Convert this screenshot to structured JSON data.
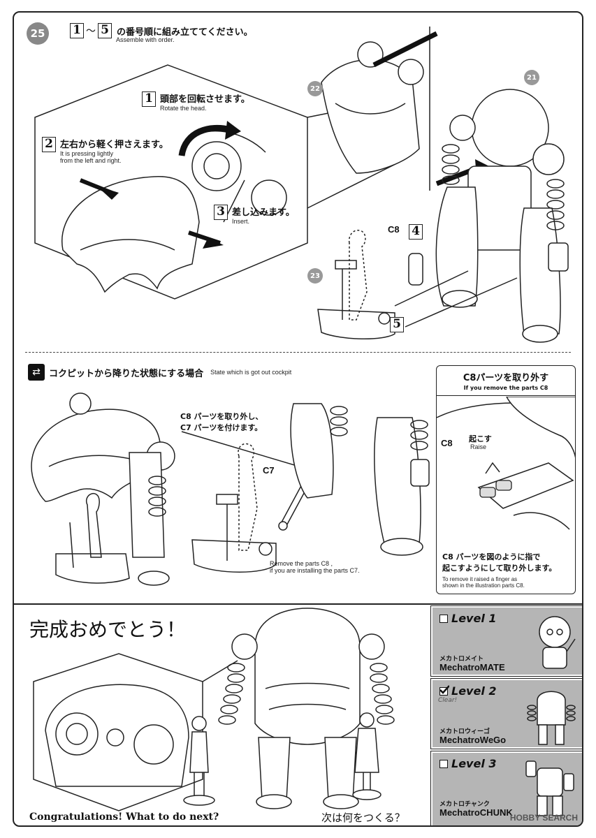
{
  "step": {
    "number": "25",
    "range_start": "1",
    "range_sep": "～",
    "range_end": "5",
    "title_jp": "の番号順に組み立ててください。",
    "title_en": "Assemble with order."
  },
  "parts": {
    "p22": "22",
    "p21": "21",
    "p23": "23",
    "c8": "C8",
    "c7": "C7"
  },
  "substeps": [
    {
      "num": "1",
      "jp": "頭部を回転させます。",
      "en": "Rotate the head."
    },
    {
      "num": "2",
      "jp": "左右から軽く押さえます。",
      "en1": "It is pressing lightly",
      "en2": "from the left and right."
    },
    {
      "num": "3",
      "jp": "差し込みます。",
      "en": "Insert."
    },
    {
      "num": "4"
    },
    {
      "num": "5"
    }
  ],
  "cockpit": {
    "jp": "コクピットから降りた状態にする場合",
    "en": "State which is got out cockpit",
    "note_jp1": "C8 パーツを取り外し、",
    "note_jp2": "C7 パーツを付けます。",
    "note_en1": "Remove the parts C8 ,",
    "note_en2": "if you are installing the parts C7."
  },
  "removal_box": {
    "title_jp": "C8パーツを取り外す",
    "title_en": "If you remove the parts C8",
    "raise_jp": "起こす",
    "raise_en": "Raise",
    "desc_jp1": "C8 パーツを図のように指で",
    "desc_jp2": "起こすようにして取り外します。",
    "desc_en1": "To remove it raised a finger as",
    "desc_en2": "shown in the illustration parts C8."
  },
  "congrats": {
    "jp": "完成おめでとう！",
    "en": "Congratulations! What to do next?",
    "next_jp": "次は何をつくる？"
  },
  "levels": [
    {
      "title": "Level 1",
      "jp": "メカトロメイト",
      "en": "MechatroMATE",
      "checked": false
    },
    {
      "title": "Level 2",
      "jp": "メカトロウィーゴ",
      "en": "MechatroWeGo",
      "checked": true,
      "clear": "Clear!"
    },
    {
      "title": "Level 3",
      "jp": "メカトロチャンク",
      "en": "MechatroCHUNK",
      "checked": false
    }
  ],
  "watermark": "HOBBY SEARCH"
}
